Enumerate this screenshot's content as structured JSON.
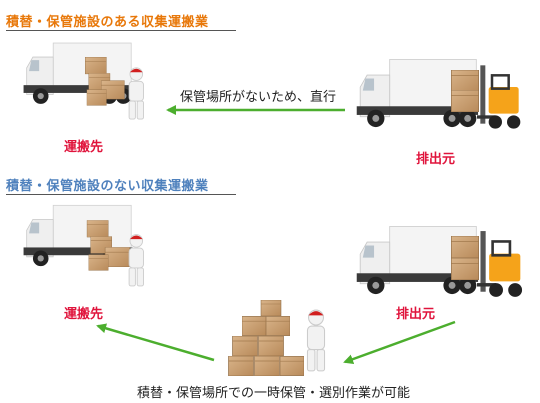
{
  "section1": {
    "title": "積替・保管施設のある収集運搬業"
  },
  "section2": {
    "title": "積替・保管施設のない収集運搬業"
  },
  "labels": {
    "destination": "運搬先",
    "origin": "排出元",
    "direct_route": "保管場所がないため、直行",
    "storage_note": "積替・保管場所での一時保管・選別作業が可能"
  },
  "colors": {
    "section1_title": "#e8780a",
    "section2_title": "#4f81bd",
    "label_red": "#e0143c",
    "arrow_green": "#4cae2e"
  }
}
